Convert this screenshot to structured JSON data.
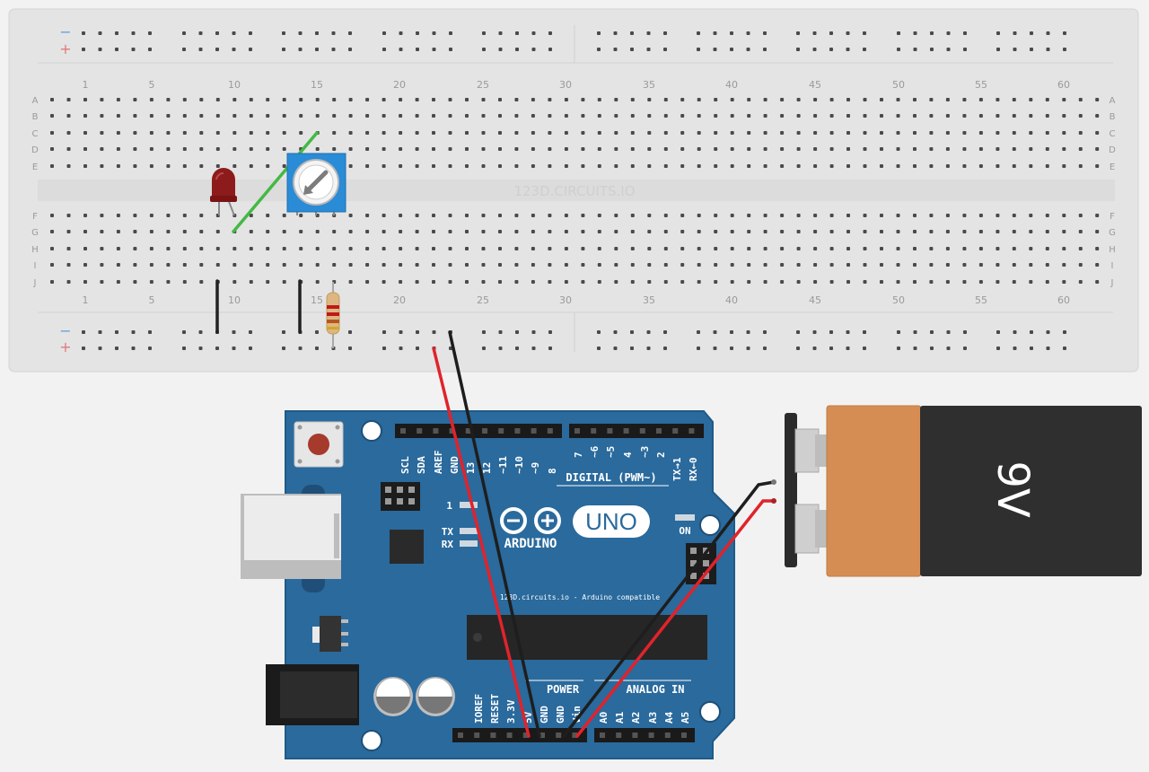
{
  "breadboard": {
    "watermark": "123D.CIRCUITS.IO",
    "column_numbers": [
      "1",
      "5",
      "10",
      "15",
      "20",
      "25",
      "30",
      "35",
      "40",
      "45",
      "50",
      "55",
      "60"
    ],
    "row_letters_top": [
      "A",
      "B",
      "C",
      "D",
      "E"
    ],
    "row_letters_bottom": [
      "F",
      "G",
      "H",
      "I",
      "J"
    ],
    "rail_minus": "−",
    "rail_plus": "+"
  },
  "arduino": {
    "brand": "ARDUINO",
    "model": "UNO",
    "compat_text": "123D.circuits.io - Arduino compatible",
    "digital_label": "DIGITAL (PWM~)",
    "power_label": "POWER",
    "analog_label": "ANALOG IN",
    "on_label": "ON",
    "led_l": "1",
    "tx_label": "TX",
    "rx_label": "RX",
    "top_pins": [
      "SCL",
      "SDA",
      "AREF",
      "GND",
      "13",
      "12",
      "~11",
      "~10",
      "~9",
      "8",
      "7",
      "~6",
      "~5",
      "4",
      "~3",
      "2",
      "TX→1",
      "RX←0"
    ],
    "bottom_pins": [
      "IOREF",
      "RESET",
      "3.3V",
      "5V",
      "GND",
      "GND",
      "Vin",
      "A0",
      "A1",
      "A2",
      "A3",
      "A4",
      "A5"
    ]
  },
  "battery": {
    "label": "9V"
  },
  "colors": {
    "breadboard": "#e3e3e3",
    "arduino_blue": "#2b6a9c",
    "wire_red": "#e0232b",
    "wire_black": "#222222",
    "wire_green": "#3fbf3f",
    "battery_orange": "#d68d54",
    "battery_black": "#2f2f2f"
  }
}
